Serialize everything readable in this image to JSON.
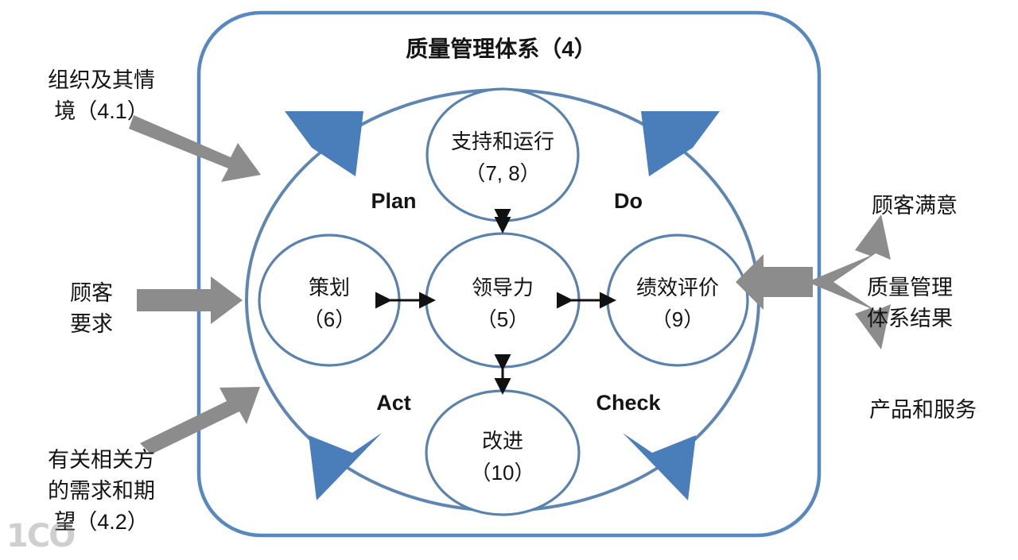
{
  "diagram": {
    "title": "质量管理体系（4）",
    "theme": {
      "blue_arrow": "#4A7EBB",
      "circle_stroke": "#5B82AC",
      "boundary_stroke": "#4A7EBB",
      "gray_arrow": "#8C8C8C",
      "text": "#141414",
      "background": "#FFFFFF"
    },
    "inputs": [
      {
        "name": "organization-context",
        "text": "组织及其情\n境（4.1）"
      },
      {
        "name": "customer-requirements",
        "text": "顾客\n要求"
      },
      {
        "name": "interested-parties-needs",
        "text": "有关相关方\n的需求和期\n望（4.2）"
      }
    ],
    "outputs": [
      {
        "name": "customer-satisfaction",
        "text": "顾客满意"
      },
      {
        "name": "qms-results",
        "text": "质量管理\n体系结果"
      },
      {
        "name": "products-and-services",
        "text": "产品和服务"
      }
    ],
    "nodes": [
      {
        "name": "support-and-operation",
        "text": "支持和运行\n（7, 8）"
      },
      {
        "name": "planning",
        "text": "策划\n（6）"
      },
      {
        "name": "leadership",
        "text": "领导力\n（5）"
      },
      {
        "name": "performance-evaluation",
        "text": "绩效评价\n（9）"
      },
      {
        "name": "improvement",
        "text": "改进\n（10）"
      }
    ],
    "pdca": [
      {
        "name": "plan",
        "text": "Plan"
      },
      {
        "name": "do",
        "text": "Do"
      },
      {
        "name": "check",
        "text": "Check"
      },
      {
        "name": "act",
        "text": "Act"
      }
    ],
    "watermark": "1CO"
  }
}
